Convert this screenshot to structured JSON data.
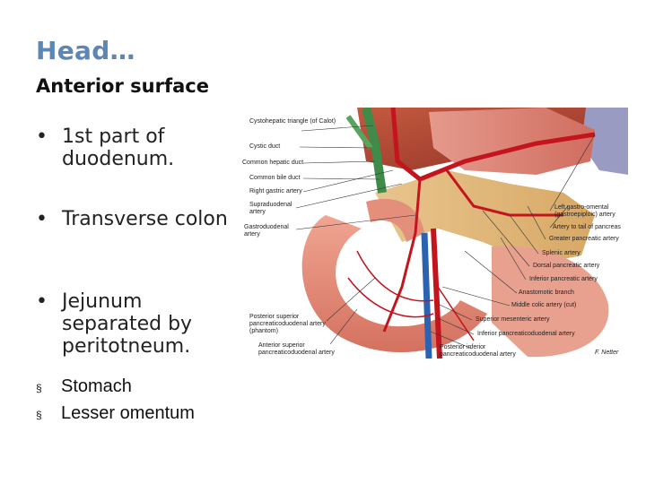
{
  "slide": {
    "title": "Head…",
    "subtitle": "Anterior surface",
    "bullet_glyph": "•",
    "bullets": [
      "1st part of duodenum.",
      "Transverse colon",
      "Jejunum separated by peritotneum."
    ],
    "square_glyph": "§",
    "sub_bullets": [
      "Stomach",
      "Lesser omentum"
    ]
  },
  "figure": {
    "labels_left": [
      "Cystohepatic triangle (of Calot)",
      "Cystic duct",
      "Common hepatic duct",
      "Common bile duct",
      "Right gastric artery",
      "Supraduodenal artery",
      "Gastroduodenal artery",
      "Posterior superior pancreaticoduodenal artery (phantom)",
      "Anterior superior pancreaticoduodenal artery"
    ],
    "labels_right": [
      "Left gastro-omental (gastroepiploic) artery",
      "Artery to tail of pancreas",
      "Greater pancreatic artery",
      "Splenic artery",
      "Dorsal pancreatic artery",
      "Inferior pancreatic artery",
      "Anastomotic branch",
      "Middle colic artery (cut)",
      "Superior mesenteric artery",
      "Inferior pancreaticoduodenal artery",
      "Posterior inferior pancreaticoduodenal artery"
    ],
    "signature": "F. Netter"
  }
}
